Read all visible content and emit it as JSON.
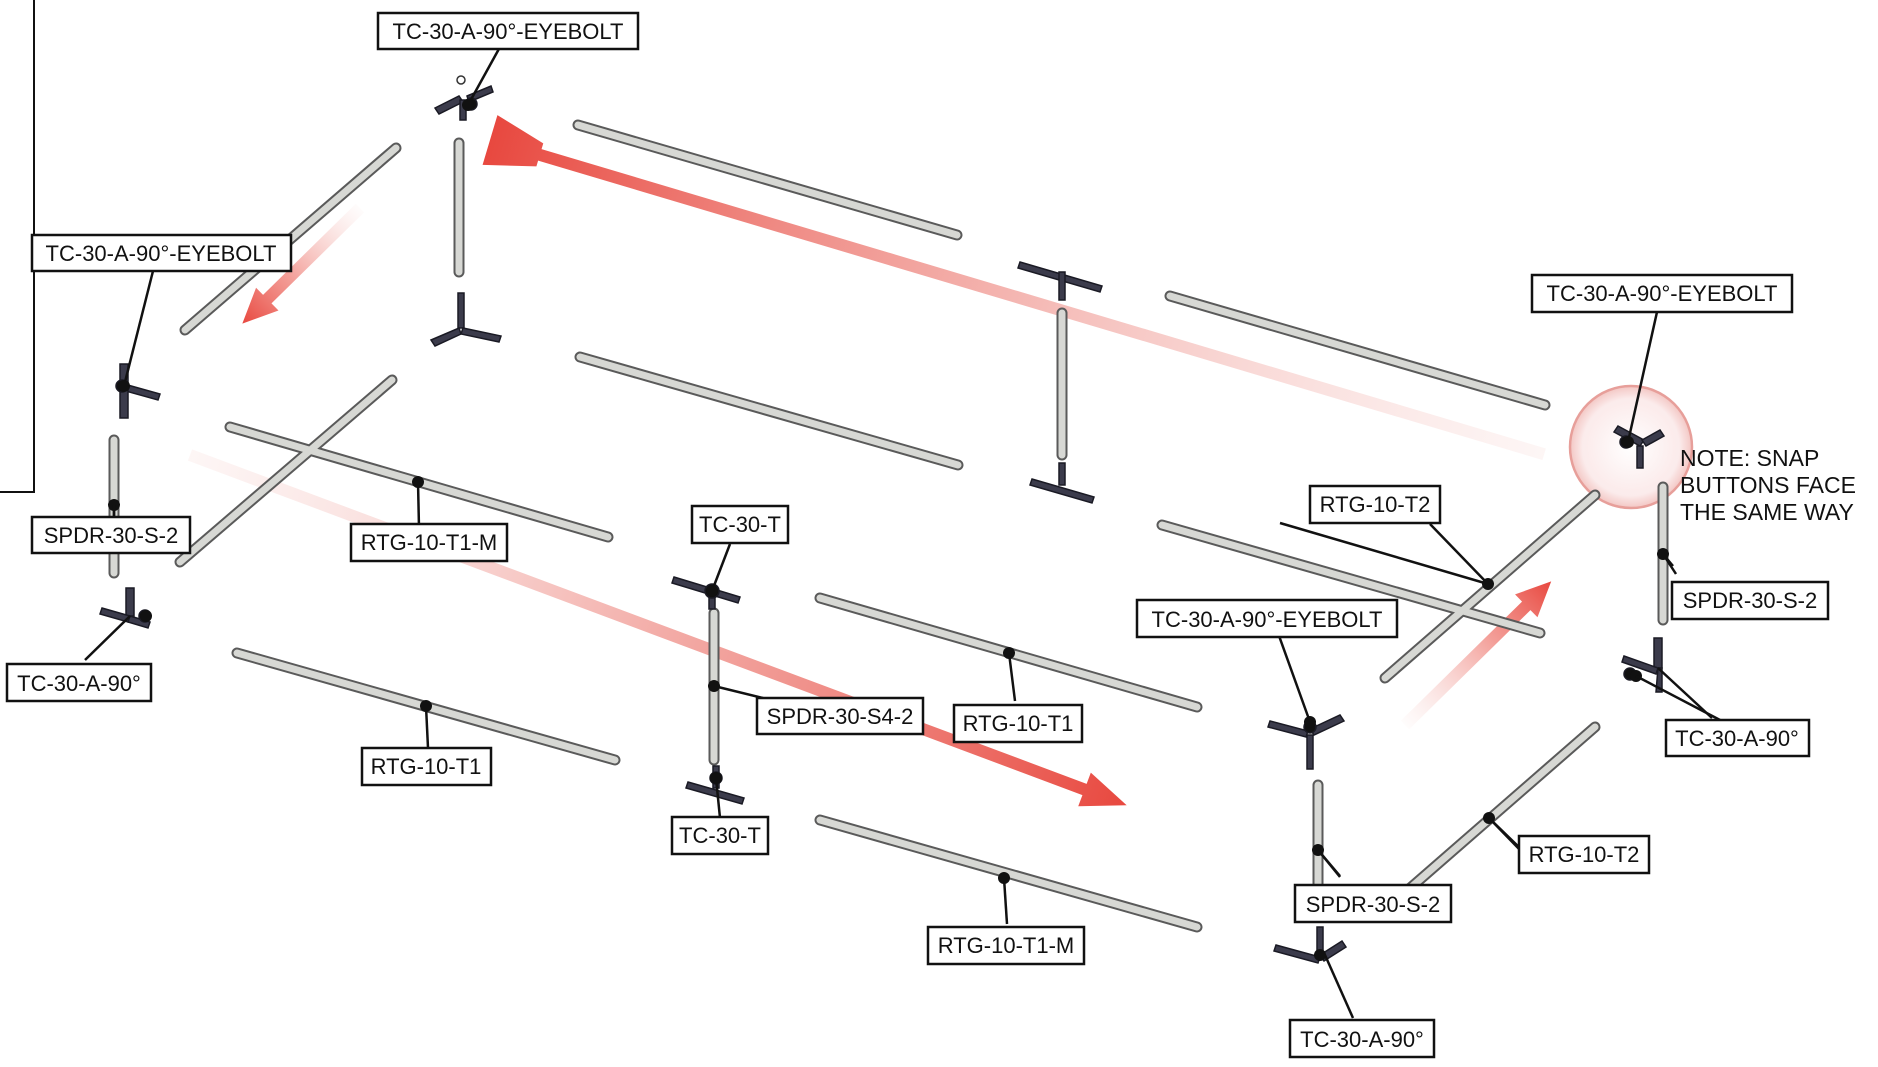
{
  "labels": {
    "eyebolt_top": "TC-30-A-90°-EYEBOLT",
    "eyebolt_left": "TC-30-A-90°-EYEBOLT",
    "eyebolt_right": "TC-30-A-90°-EYEBOLT",
    "eyebolt_front": "TC-30-A-90°-EYEBOLT",
    "spdr_left": "SPDR-30-S-2",
    "spdr_right": "SPDR-30-S-2",
    "spdr_front": "SPDR-30-S-2",
    "spdr_s4": "SPDR-30-S4-2",
    "tc30a90_left": "TC-30-A-90°",
    "tc30a90_right": "TC-30-A-90°",
    "tc30a90_front": "TC-30-A-90°",
    "tc30t_top": "TC-30-T",
    "tc30t_bottom": "TC-30-T",
    "rtg_t1m_back": "RTG-10-T1-M",
    "rtg_t1m_front": "RTG-10-T1-M",
    "rtg_t1_left": "RTG-10-T1",
    "rtg_t1_mid": "RTG-10-T1",
    "rtg_t2_upper": "RTG-10-T2",
    "rtg_t2_lower": "RTG-10-T2"
  },
  "note": {
    "line1": "NOTE: SNAP",
    "line2": "BUTTONS FACE",
    "line3": "THE SAME WAY"
  },
  "colors": {
    "arrow": "#e8483f",
    "arrow_light": "#f6c9c6",
    "pole_fill": "#d9dad6",
    "pole_stroke": "#5a5a5a",
    "fitting": "#3a3a4a",
    "callout": "#111111"
  }
}
